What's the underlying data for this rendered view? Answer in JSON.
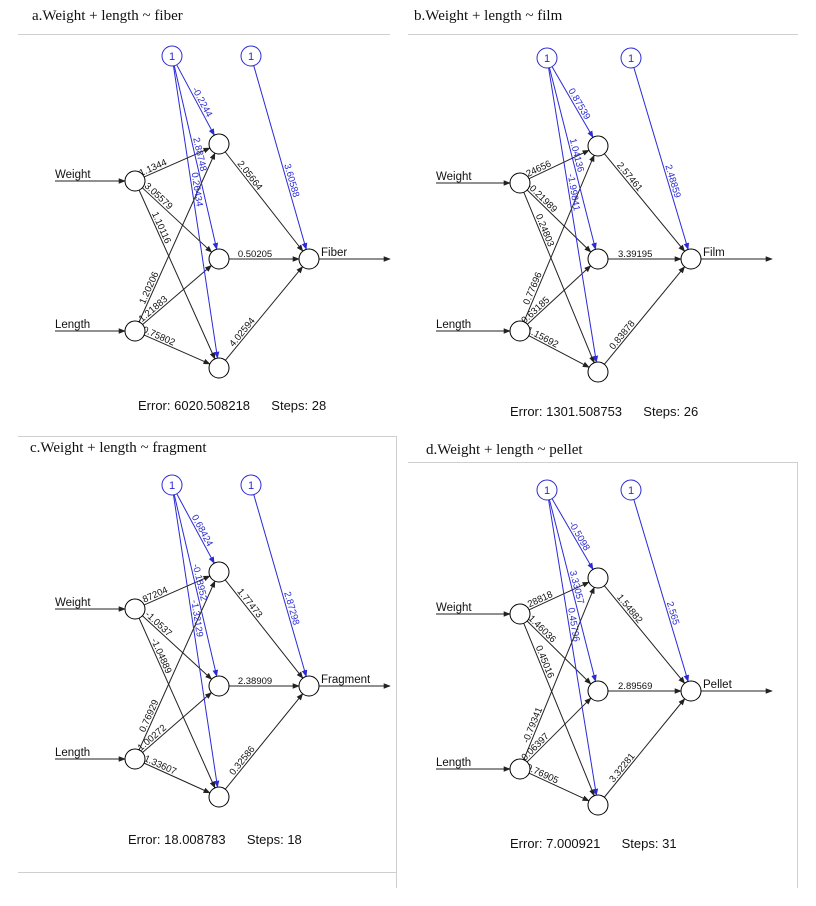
{
  "colors": {
    "blackEdge": "#222222",
    "biasEdge": "#2a2ad6",
    "node": "#000000"
  },
  "panels": [
    {
      "title": "a.Weight + length ~ fiber",
      "inputs": [
        "Weight",
        "Length"
      ],
      "bias_label": "1",
      "output": "Fiber",
      "w_input_hidden": [
        [
          "-1.1344",
          "3.05579",
          "1.10116"
        ],
        [
          "1.20206",
          "-1.21883",
          "0.75802"
        ]
      ],
      "w_bias_hidden": [
        "-0.2244",
        "2.88748",
        "0.26434"
      ],
      "w_hidden_output": [
        "2.05664",
        "0.50205",
        "4.02594"
      ],
      "w_bias_output": "3.60588",
      "error_label": "Error:",
      "error": "6020.508218",
      "steps_label": "Steps:",
      "steps": "28"
    },
    {
      "title": "b.Weight + length ~ film",
      "inputs": [
        "Weight",
        "Length"
      ],
      "bias_label": "1",
      "output": "Film",
      "w_input_hidden": [
        [
          "0.24656",
          "-0.21989",
          "0.24803"
        ],
        [
          "0.77696",
          "0.63185",
          "1.15692"
        ]
      ],
      "w_bias_hidden": [
        "0.87539",
        "1.04136",
        "-1.99841"
      ],
      "w_hidden_output": [
        "2.57461",
        "3.39195",
        "0.83878"
      ],
      "w_bias_output": "2.48859",
      "error_label": "Error:",
      "error": "1301.508753",
      "steps_label": "Steps:",
      "steps": "26"
    },
    {
      "title": "c.Weight + length ~ fragment",
      "inputs": [
        "Weight",
        "Length"
      ],
      "bias_label": "1",
      "output": "Fragment",
      "w_input_hidden": [
        [
          "1.87204",
          "-1.0537",
          "-1.04889"
        ],
        [
          "0.76929",
          "1.00272",
          "-1.33607"
        ]
      ],
      "w_bias_hidden": [
        "0.68424",
        "-0.18952",
        "-1.32129"
      ],
      "w_hidden_output": [
        "1.77473",
        "2.38909",
        "0.32586"
      ],
      "w_bias_output": "2.87298",
      "error_label": "Error:",
      "error": "18.008783",
      "steps_label": "Steps:",
      "steps": "18"
    },
    {
      "title": "d.Weight + length ~ pellet",
      "inputs": [
        "Weight",
        "Length"
      ],
      "bias_label": "1",
      "output": "Pellet",
      "w_input_hidden": [
        [
          "-1.28818",
          "1.46036",
          "0.45016"
        ],
        [
          "-0.79341",
          "0.06397",
          "0.76905"
        ]
      ],
      "w_bias_hidden": [
        "-0.5098",
        "3.33057",
        "0.45796"
      ],
      "w_hidden_output": [
        "1.54882",
        "2.89569",
        "3.32281"
      ],
      "w_bias_output": "2.565",
      "error_label": "Error:",
      "error": "7.000921",
      "steps_label": "Steps:",
      "steps": "31"
    }
  ]
}
